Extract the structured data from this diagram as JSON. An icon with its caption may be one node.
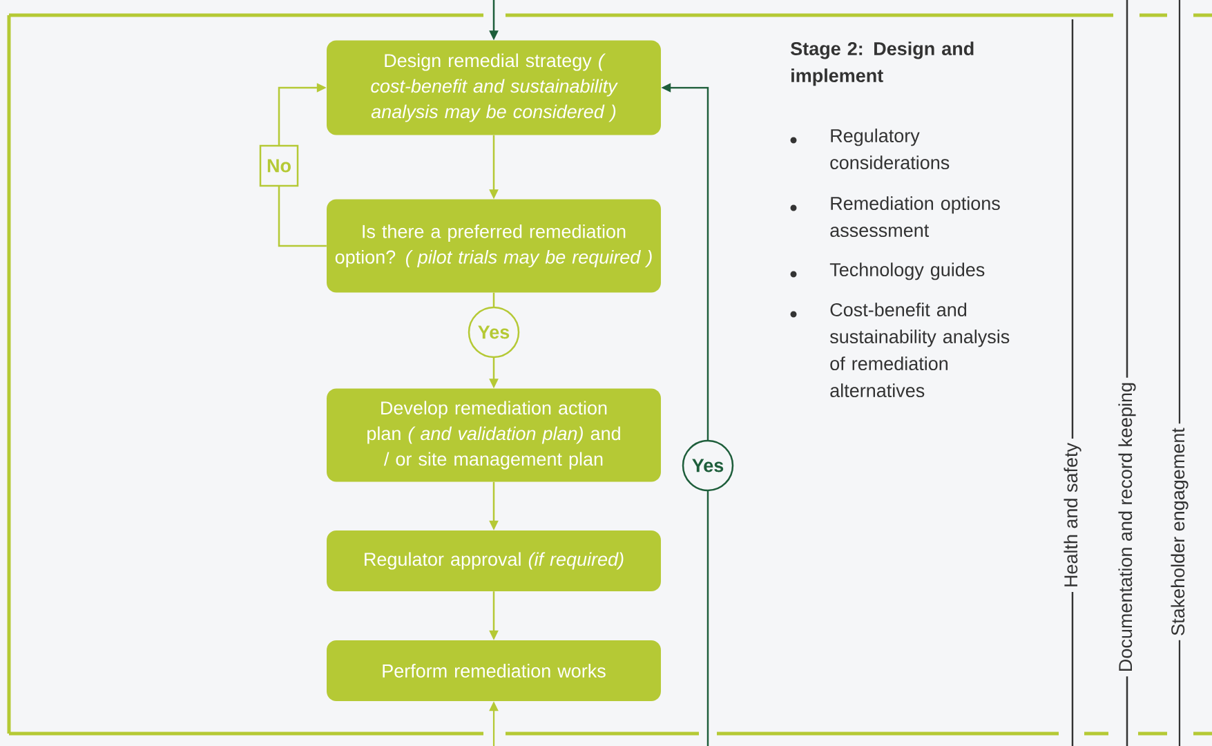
{
  "diagram": {
    "nodes": [
      {
        "text": [
          "Design remedial strategy *( cost-benefit and sustainability analysis may be considered )*"
        ]
      },
      {
        "text": [
          "Is there a preferred remediation option? *( pilot trials may be required )*"
        ]
      },
      {
        "text": [
          "Develop remediation action plan *( and validation plan)* and / or site management plan"
        ]
      },
      {
        "text": [
          "Regulator approval *(if required)*"
        ]
      },
      {
        "text": [
          "Perform remediation works"
        ]
      }
    ],
    "edges": [
      {
        "from": null,
        "to": 0,
        "arrow": "to",
        "color": "#1e5e3b"
      },
      {
        "from": 0,
        "to": 1,
        "arrow": "to"
      },
      {
        "from": 1,
        "to": 0,
        "arrow": "to",
        "label": "No"
      },
      {
        "from": 1,
        "to": 2,
        "arrow": "to",
        "label": "Yes"
      },
      {
        "from": 2,
        "to": 3,
        "arrow": "to"
      },
      {
        "from": 3,
        "to": 4,
        "arrow": "to"
      },
      {
        "from": null,
        "to": 4,
        "arrow": "to"
      },
      {
        "from": null,
        "to": 0,
        "arrow": "to",
        "label": "Yes",
        "color": "#1e5e3b"
      }
    ],
    "labels": [
      "Stage 2: Design and implement",
      "Regulatory considerations",
      "Remediation options assessment",
      "Technology guides",
      "Cost-benefit and sustainability analysis of remediation alternatives",
      "Health and safety",
      "Documentation and record keeping",
      "Stakeholder engagement"
    ]
  }
}
